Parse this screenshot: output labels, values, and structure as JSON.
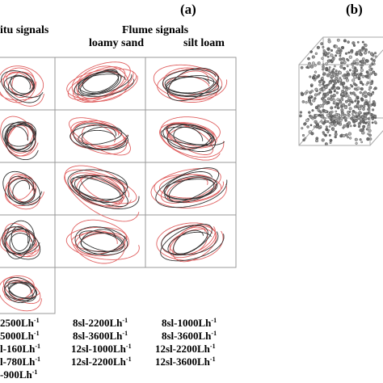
{
  "panel_a": {
    "label": "(a)",
    "insitu_header": "itu signals",
    "flume_header": "Flume signals",
    "col_loamy": "loamy sand",
    "col_silt": "silt loam",
    "left_labels": [
      {
        "main": "2500Lh",
        "sup": "-1"
      },
      {
        "main": "5000Lh",
        "sup": "-1"
      },
      {
        "main": "l-160Lh",
        "sup": "-1"
      },
      {
        "main": "l-780Lh",
        "sup": "-1"
      },
      {
        "main": "-900Lh",
        "sup": "-1"
      }
    ],
    "loamy_labels": [
      {
        "main": "8sl-2200Lh",
        "sup": "-1"
      },
      {
        "main": "8sl-3600Lh",
        "sup": "-1"
      },
      {
        "main": "12sl-1000Lh",
        "sup": "-1"
      },
      {
        "main": "12sl-2200Lh",
        "sup": "-1"
      }
    ],
    "silt_labels": [
      {
        "main": "8sl-1000Lh",
        "sup": "-1"
      },
      {
        "main": "8sl-3600Lh",
        "sup": "-1"
      },
      {
        "main": "12sl-2200Lh",
        "sup": "-1"
      },
      {
        "main": "12sl-3600Lh",
        "sup": "-1"
      }
    ]
  },
  "panel_b": {
    "label": "(b)"
  },
  "colors": {
    "black_trace": "#333333",
    "red_trace": "#e06060",
    "grid": "#999999",
    "particle": "#444444"
  }
}
